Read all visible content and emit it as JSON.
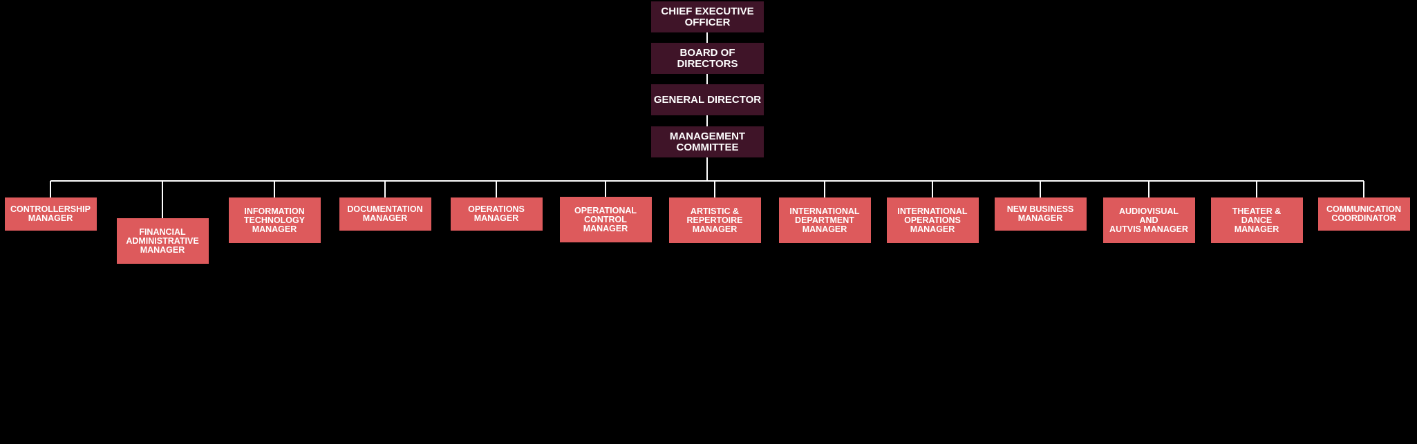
{
  "colors": {
    "background": "#000000",
    "executive": "#3f1428",
    "manager": "#dd5a5c",
    "connector": "#ffffff",
    "text": "#ffffff"
  },
  "executives": [
    "CHIEF EXECUTIVE\nOFFICER",
    "BOARD OF DIRECTORS",
    "GENERAL DIRECTOR",
    "MANAGEMENT\nCOMMITTEE"
  ],
  "managers": [
    "CONTROLLERSHIP\nMANAGER",
    "FINANCIAL\nADMINISTRATIVE\nMANAGER",
    "INFORMATION\nTECHNOLOGY\nMANAGER",
    "DOCUMENTATION\nMANAGER",
    "OPERATIONS\nMANAGER",
    "OPERATIONAL\nCONTROL\nMANAGER",
    "ARTISTIC &\nREPERTOIRE\nMANAGER",
    "INTERNATIONAL\nDEPARTMENT\nMANAGER",
    "INTERNATIONAL\nOPERATIONS\nMANAGER",
    "NEW BUSINESS\nMANAGER",
    "AUDIOVISUAL\nAND\nAUTVIS MANAGER",
    "THEATER &\nDANCE\nMANAGER",
    "COMMUNICATION\nCOORDINATOR"
  ]
}
